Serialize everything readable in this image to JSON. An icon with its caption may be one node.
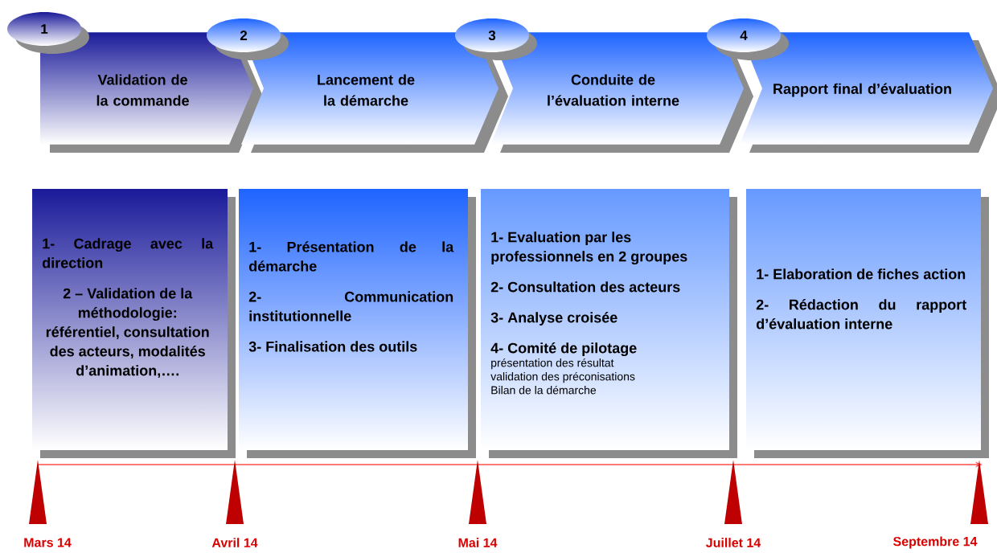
{
  "diagram": {
    "nodes": [
      {
        "text": [
          "1"
        ]
      },
      {
        "text": [
          "2"
        ]
      },
      {
        "text": [
          "3"
        ]
      },
      {
        "text": [
          "4"
        ]
      },
      {
        "text": [
          "Validation de la commande"
        ]
      },
      {
        "text": [
          "Lancement de la démarche"
        ]
      },
      {
        "text": [
          "Conduite de l’évaluation interne"
        ]
      },
      {
        "text": [
          "Rapport final d’évaluation"
        ]
      },
      {
        "text": [
          "1- Cadrage avec la direction",
          "2 – Validation de la méthodologie: référentiel, consultation des acteurs, modalités d’animation,…."
        ]
      },
      {
        "text": [
          "1- Présentation de la démarche",
          "2- Communication institutionnelle",
          "3- Finalisation des outils"
        ]
      },
      {
        "text": [
          "1- Evaluation par les professionnels en 2 groupes",
          "2- Consultation des acteurs",
          "3- Analyse croisée",
          "4- Comité de pilotage",
          "présentation des résultat",
          "validation des préconisations",
          "Bilan de la démarche"
        ]
      },
      {
        "text": [
          "1- Elaboration de fiches action",
          "2- Rédaction du rapport d’évaluation interne"
        ]
      }
    ],
    "labels": [
      "Mars 14",
      "Avril 14",
      "Mai 14",
      "Juillet 14",
      "Septembre 14"
    ]
  }
}
